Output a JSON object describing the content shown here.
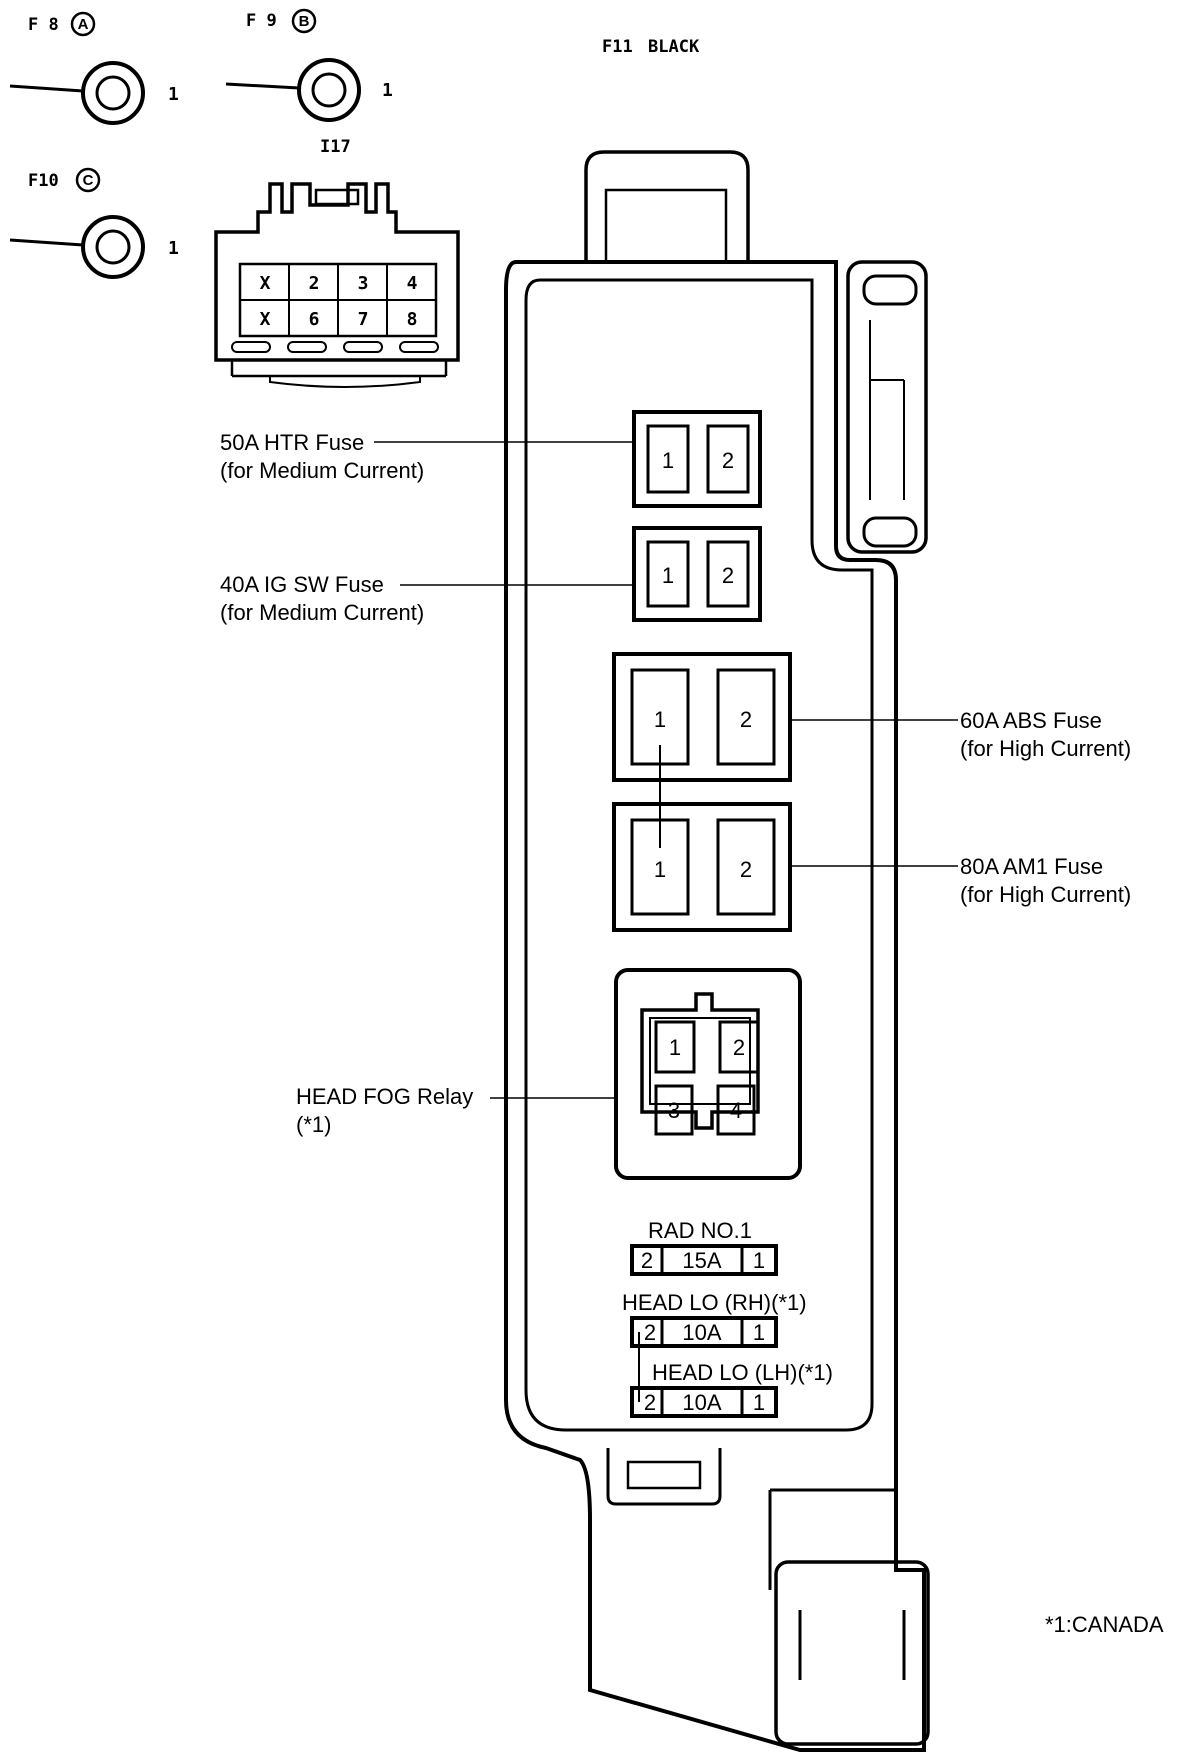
{
  "connectors": {
    "f8": {
      "id": "F 8",
      "letter": "A",
      "pin": "1"
    },
    "f9": {
      "id": "F 9",
      "letter": "B",
      "pin": "1"
    },
    "f10": {
      "id": "F10",
      "letter": "C",
      "pin": "1"
    },
    "i17": {
      "id": "I17",
      "pins_top": [
        "X",
        "2",
        "3",
        "4"
      ],
      "pins_bottom": [
        "X",
        "6",
        "7",
        "8"
      ]
    },
    "f11": {
      "id": "F11",
      "color": "BLACK"
    }
  },
  "fuses": {
    "htr": {
      "line1": "50A HTR Fuse",
      "line2": "(for Medium Current)",
      "pin1": "1",
      "pin2": "2"
    },
    "igsw": {
      "line1": "40A IG SW Fuse",
      "line2": "(for Medium Current)",
      "pin1": "1",
      "pin2": "2"
    },
    "abs": {
      "line1": "60A ABS Fuse",
      "line2": "(for High Current)",
      "pin1": "1",
      "pin2": "2"
    },
    "am1": {
      "line1": "80A AM1 Fuse",
      "line2": "(for High Current)",
      "pin1": "1",
      "pin2": "2"
    }
  },
  "relay": {
    "line1": "HEAD FOG Relay",
    "line2": "(*1)",
    "pins": [
      "1",
      "2",
      "3",
      "4"
    ]
  },
  "mini_fuses": [
    {
      "label": "RAD NO.1",
      "left": "2",
      "rating": "15A",
      "right": "1"
    },
    {
      "label": "HEAD LO (RH)(*1)",
      "left": "2",
      "rating": "10A",
      "right": "1"
    },
    {
      "label": "HEAD LO (LH)(*1)",
      "left": "2",
      "rating": "10A",
      "right": "1"
    }
  ],
  "footnote": "*1:CANADA"
}
